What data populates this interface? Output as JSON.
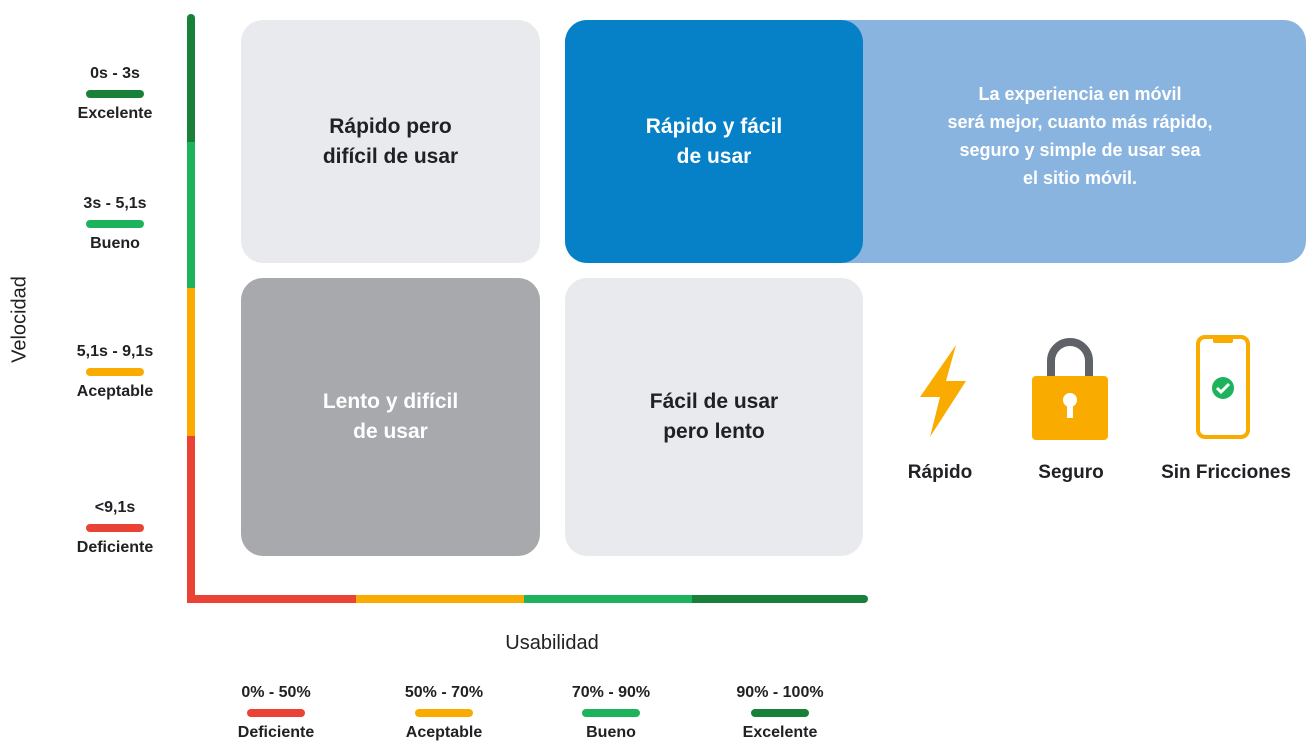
{
  "axes": {
    "y_title": "Velocidad",
    "x_title": "Usabilidad"
  },
  "speed_levels": [
    {
      "range": "0s - 3s",
      "label": "Excelente",
      "color": "#188038"
    },
    {
      "range": "3s - 5,1s",
      "label": "Bueno",
      "color": "#1db35c"
    },
    {
      "range": "5,1s - 9,1s",
      "label": "Aceptable",
      "color": "#f9ab00"
    },
    {
      "range": "<9,1s",
      "label": "Deficiente",
      "color": "#ea4335"
    }
  ],
  "usability_levels": [
    {
      "range": "0% - 50%",
      "label": "Deficiente",
      "color": "#ea4335"
    },
    {
      "range": "50% - 70%",
      "label": "Aceptable",
      "color": "#f9ab00"
    },
    {
      "range": "70% - 90%",
      "label": "Bueno",
      "color": "#1db35c"
    },
    {
      "range": "90% - 100%",
      "label": "Excelente",
      "color": "#188038"
    }
  ],
  "quadrants": {
    "top_left": "Rápido pero\ndifícil de usar",
    "top_right": "Rápido y fácil\nde usar",
    "bottom_left": "Lento y difícil\nde usar",
    "bottom_right": "Fácil de usar\npero lento"
  },
  "banner_text": "La experiencia en móvil\nserá mejor, cuanto más rápido,\nseguro y simple de usar sea\nel sitio móvil.",
  "features": [
    {
      "label": "Rápido",
      "icon": "lightning-bolt-icon"
    },
    {
      "label": "Seguro",
      "icon": "padlock-icon"
    },
    {
      "label": "Sin Fricciones",
      "icon": "phone-check-icon"
    }
  ],
  "colors": {
    "quad_light": "#e8eaed",
    "quad_dark": "#a7a9ac",
    "quad_blue": "#0681c8",
    "banner": "#8ab4e0",
    "icon_yellow": "#f9ab00"
  }
}
